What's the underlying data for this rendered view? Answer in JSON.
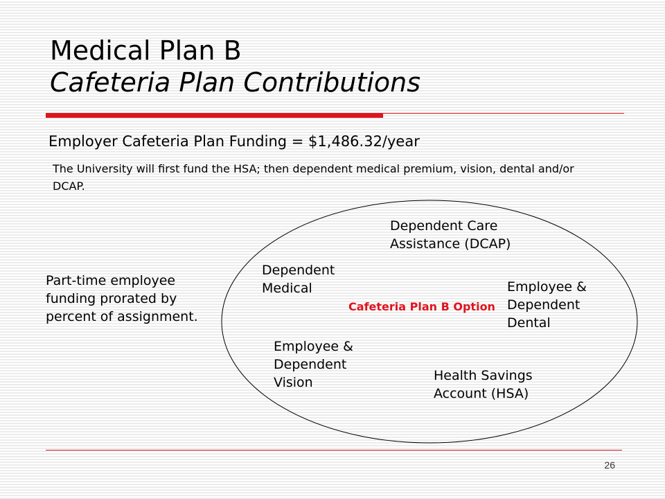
{
  "slide": {
    "title": "Medical Plan B",
    "subtitle": "Cafeteria Plan Contributions",
    "funding_line": "Employer Cafeteria Plan Funding = $1,486.32/year",
    "note": "The University will first fund the HSA; then dependent medical premium, vision, dental and/or DCAP.",
    "part_time_note": "Part-time employee funding prorated by percent of assignment.",
    "page_number": "26"
  },
  "diagram": {
    "center_label": "Cafeteria Plan B Option",
    "items": {
      "dcap": "Dependent Care Assistance (DCAP)",
      "medical": "Dependent Medical",
      "dental": "Employee & Dependent Dental",
      "vision": "Employee & Dependent Vision",
      "hsa": "Health Savings Account (HSA)"
    }
  },
  "colors": {
    "accent": "#e0141e",
    "text": "#000000"
  }
}
